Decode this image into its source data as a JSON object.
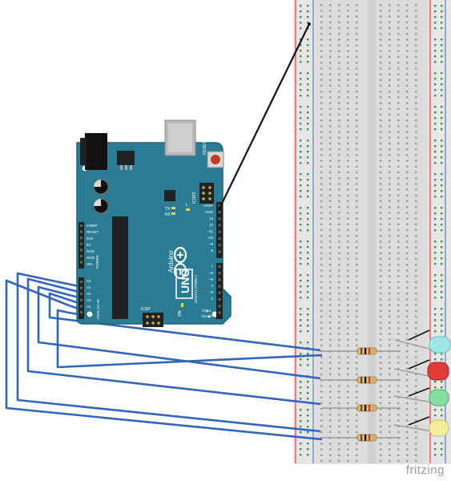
{
  "arduino": {
    "logo_text": "UNO",
    "brand_text": "Arduino",
    "labels": {
      "reset": "RESET",
      "icsp2": "ICSP2",
      "icsp": "ICSP",
      "tx": "TX",
      "rx": "RX",
      "l": "L",
      "on": "ON",
      "digital": "DIGITAL (PWM~)",
      "analog_in": "ANALOG IN",
      "power": "POWER",
      "aref": "AREF",
      "gnd": "GND",
      "txd": "TX▶1",
      "rxd": "RX◀0"
    },
    "power_pins": [
      "IOREF",
      "RESET",
      "3V3",
      "5V",
      "GND",
      "GND",
      "VIN"
    ],
    "analog_pins": [
      "A0",
      "A1",
      "A2",
      "A3",
      "A4",
      "A5"
    ],
    "digital_pins": [
      "13",
      "12",
      "~11",
      "~10",
      "~9",
      "8",
      "7",
      "~6",
      "~5",
      "4",
      "~3",
      "2"
    ]
  },
  "leds": [
    {
      "color_name": "blue",
      "fill": "#9fe6ea"
    },
    {
      "color_name": "red",
      "fill": "#e03a3a"
    },
    {
      "color_name": "green",
      "fill": "#7fe0a0"
    },
    {
      "color_name": "yellow",
      "fill": "#f3ee9a"
    }
  ],
  "colors": {
    "board": "#2a7c94",
    "board_edge": "#1f6478",
    "wire_blue": "#3366bb",
    "wire_black": "#111111",
    "rail_red": "#d94040",
    "rail_blue": "#5a7cc8",
    "hole_green": "#2b9a47"
  },
  "branding": {
    "text": "fritzing"
  }
}
